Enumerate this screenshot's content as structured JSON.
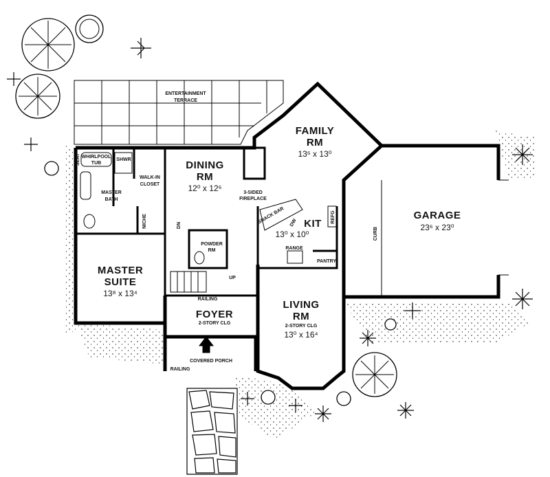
{
  "plan": {
    "rooms": {
      "terrace": {
        "name": "ENTERTAINMENT",
        "name2": "TERRACE"
      },
      "family": {
        "name": "FAMILY",
        "name2": "RM",
        "dim": "13⁶ x 13⁰"
      },
      "dining": {
        "name": "DINING",
        "name2": "RM",
        "dim": "12⁰ x 12⁶"
      },
      "garage": {
        "name": "GARAGE",
        "dim": "23⁶ x 23⁰"
      },
      "kit": {
        "name": "KIT",
        "dim": "13⁰ x 10⁰"
      },
      "master_suite": {
        "name": "MASTER",
        "name2": "SUITE",
        "dim": "13⁸ x 13⁴"
      },
      "living": {
        "name": "LIVING",
        "name2": "RM",
        "note": "2-STORY CLG",
        "dim": "13⁰ x 16⁴"
      },
      "foyer": {
        "name": "FOYER",
        "note": "2-STORY CLG"
      },
      "porch": {
        "name": "COVERED PORCH"
      },
      "master_bath": {
        "name": "MASTER",
        "name2": "BATH"
      },
      "walkin": {
        "name": "WALK-IN",
        "name2": "CLOSET"
      },
      "powder": {
        "name": "POWDER",
        "name2": "RM"
      }
    },
    "features": {
      "fireplace": {
        "name": "3-SIDED",
        "name2": "FIREPLACE"
      },
      "whirlpool": {
        "name": "WHIRLPOOL",
        "name2": "TUB"
      },
      "shwr": "SHWR",
      "seat": "SEAT",
      "niche": "NICHE",
      "snack_bar": "SNACK BAR",
      "dw": "DW",
      "refg": "REFG",
      "range": "RANGE",
      "pantry": "PANTRY",
      "curb": "CURB",
      "dn": "DN",
      "up": "UP",
      "railing_stair": "RAILING",
      "railing_porch": "RAILING"
    }
  }
}
